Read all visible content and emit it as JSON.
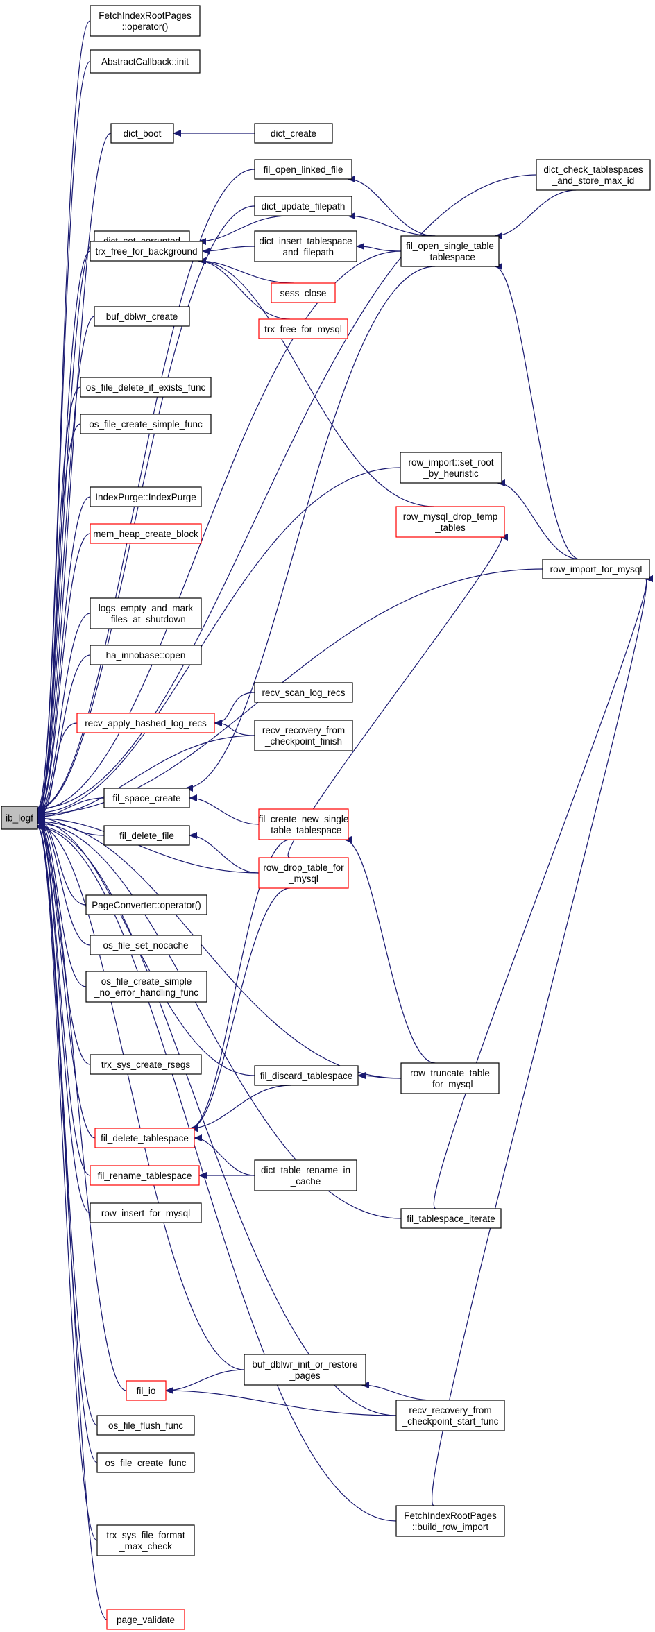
{
  "colors": {
    "edge": "#191970",
    "normal_border": "#000000",
    "highlight_border": "#ff0000",
    "root_fill": "#bfbfbf"
  },
  "nodes": [
    {
      "id": "ib_logf",
      "lines": [
        "ib_logf"
      ],
      "style": "root"
    },
    {
      "id": "fetch_op",
      "lines": [
        "FetchIndexRootPages",
        "::operator()"
      ]
    },
    {
      "id": "abstract_init",
      "lines": [
        "AbstractCallback::init"
      ]
    },
    {
      "id": "dict_boot",
      "lines": [
        "dict_boot"
      ]
    },
    {
      "id": "dict_create",
      "lines": [
        "dict_create"
      ]
    },
    {
      "id": "dict_check",
      "lines": [
        "dict_check_tablespaces",
        "_and_store_max_id"
      ]
    },
    {
      "id": "fil_open_linked",
      "lines": [
        "fil_open_linked_file"
      ]
    },
    {
      "id": "dict_update",
      "lines": [
        "dict_update_filepath"
      ]
    },
    {
      "id": "dict_set_corrupted",
      "lines": [
        "dict_set_corrupted"
      ]
    },
    {
      "id": "dict_insert",
      "lines": [
        "dict_insert_tablespace",
        "_and_filepath"
      ]
    },
    {
      "id": "fil_open_single",
      "lines": [
        "fil_open_single_table",
        "_tablespace"
      ]
    },
    {
      "id": "trx_free_bg",
      "lines": [
        "trx_free_for_background"
      ]
    },
    {
      "id": "sess_close",
      "lines": [
        "sess_close"
      ],
      "style": "red"
    },
    {
      "id": "buf_dblwr_create",
      "lines": [
        "buf_dblwr_create"
      ]
    },
    {
      "id": "trx_free_mysql",
      "lines": [
        "trx_free_for_mysql"
      ],
      "style": "red"
    },
    {
      "id": "os_delete",
      "lines": [
        "os_file_delete_if_exists_func"
      ]
    },
    {
      "id": "os_create_simple",
      "lines": [
        "os_file_create_simple_func"
      ]
    },
    {
      "id": "row_set_root",
      "lines": [
        "row_import::set_root",
        "_by_heuristic"
      ]
    },
    {
      "id": "index_purge",
      "lines": [
        "IndexPurge::IndexPurge"
      ]
    },
    {
      "id": "row_mysql_drop_temp",
      "lines": [
        "row_mysql_drop_temp",
        "_tables"
      ],
      "style": "red"
    },
    {
      "id": "mem_heap",
      "lines": [
        "mem_heap_create_block"
      ],
      "style": "red"
    },
    {
      "id": "row_import",
      "lines": [
        "row_import_for_mysql"
      ]
    },
    {
      "id": "logs_empty",
      "lines": [
        "logs_empty_and_mark",
        "_files_at_shutdown"
      ]
    },
    {
      "id": "ha_open",
      "lines": [
        "ha_innobase::open"
      ]
    },
    {
      "id": "recv_scan",
      "lines": [
        "recv_scan_log_recs"
      ]
    },
    {
      "id": "recv_apply",
      "lines": [
        "recv_apply_hashed_log_recs"
      ],
      "style": "red"
    },
    {
      "id": "recv_finish",
      "lines": [
        "recv_recovery_from",
        "_checkpoint_finish"
      ]
    },
    {
      "id": "fil_space_create",
      "lines": [
        "fil_space_create"
      ]
    },
    {
      "id": "fil_create_new",
      "lines": [
        "fil_create_new_single",
        "_table_tablespace"
      ],
      "style": "red"
    },
    {
      "id": "fil_delete_file",
      "lines": [
        "fil_delete_file"
      ]
    },
    {
      "id": "row_drop_table",
      "lines": [
        "row_drop_table_for",
        "_mysql"
      ],
      "style": "red"
    },
    {
      "id": "page_conv",
      "lines": [
        "PageConverter::operator()"
      ]
    },
    {
      "id": "os_nocache",
      "lines": [
        "os_file_set_nocache"
      ]
    },
    {
      "id": "os_create_noerr",
      "lines": [
        "os_file_create_simple",
        "_no_error_handling_func"
      ]
    },
    {
      "id": "trx_sys_rsegs",
      "lines": [
        "trx_sys_create_rsegs"
      ]
    },
    {
      "id": "fil_discard",
      "lines": [
        "fil_discard_tablespace"
      ]
    },
    {
      "id": "row_truncate",
      "lines": [
        "row_truncate_table",
        "_for_mysql"
      ]
    },
    {
      "id": "fil_delete_ts",
      "lines": [
        "fil_delete_tablespace"
      ],
      "style": "red"
    },
    {
      "id": "fil_rename_ts",
      "lines": [
        "fil_rename_tablespace"
      ],
      "style": "red"
    },
    {
      "id": "dict_rename",
      "lines": [
        "dict_table_rename_in",
        "_cache"
      ]
    },
    {
      "id": "row_insert",
      "lines": [
        "row_insert_for_mysql"
      ]
    },
    {
      "id": "fil_ts_iterate",
      "lines": [
        "fil_tablespace_iterate"
      ]
    },
    {
      "id": "buf_dblwr_init",
      "lines": [
        "buf_dblwr_init_or_restore",
        "_pages"
      ]
    },
    {
      "id": "fil_io",
      "lines": [
        "fil_io"
      ],
      "style": "red"
    },
    {
      "id": "recv_start",
      "lines": [
        "recv_recovery_from",
        "_checkpoint_start_func"
      ]
    },
    {
      "id": "os_flush",
      "lines": [
        "os_file_flush_func"
      ]
    },
    {
      "id": "os_create",
      "lines": [
        "os_file_create_func"
      ]
    },
    {
      "id": "fetch_build",
      "lines": [
        "FetchIndexRootPages",
        "::build_row_import"
      ]
    },
    {
      "id": "trx_sys_format",
      "lines": [
        "trx_sys_file_format",
        "_max_check"
      ]
    },
    {
      "id": "page_validate",
      "lines": [
        "page_validate"
      ],
      "style": "red"
    }
  ],
  "edges": [
    [
      "fetch_op",
      "ib_logf"
    ],
    [
      "abstract_init",
      "ib_logf"
    ],
    [
      "dict_boot",
      "ib_logf"
    ],
    [
      "dict_check",
      "ib_logf"
    ],
    [
      "fil_open_linked",
      "ib_logf"
    ],
    [
      "dict_update",
      "ib_logf"
    ],
    [
      "dict_set_corrupted",
      "ib_logf"
    ],
    [
      "trx_free_bg",
      "ib_logf"
    ],
    [
      "buf_dblwr_create",
      "ib_logf"
    ],
    [
      "fil_open_single",
      "ib_logf"
    ],
    [
      "os_delete",
      "ib_logf"
    ],
    [
      "os_create_simple",
      "ib_logf"
    ],
    [
      "row_set_root",
      "ib_logf"
    ],
    [
      "index_purge",
      "ib_logf"
    ],
    [
      "mem_heap",
      "ib_logf"
    ],
    [
      "row_import",
      "ib_logf"
    ],
    [
      "logs_empty",
      "ib_logf"
    ],
    [
      "ha_open",
      "ib_logf"
    ],
    [
      "recv_apply",
      "ib_logf"
    ],
    [
      "recv_finish",
      "ib_logf"
    ],
    [
      "fil_space_create",
      "ib_logf"
    ],
    [
      "fil_delete_file",
      "ib_logf"
    ],
    [
      "row_drop_table",
      "ib_logf"
    ],
    [
      "page_conv",
      "ib_logf"
    ],
    [
      "os_nocache",
      "ib_logf"
    ],
    [
      "os_create_noerr",
      "ib_logf"
    ],
    [
      "trx_sys_rsegs",
      "ib_logf"
    ],
    [
      "fil_discard",
      "ib_logf"
    ],
    [
      "fil_delete_ts",
      "ib_logf"
    ],
    [
      "fil_rename_ts",
      "ib_logf"
    ],
    [
      "row_insert",
      "ib_logf"
    ],
    [
      "row_truncate",
      "ib_logf"
    ],
    [
      "fil_ts_iterate",
      "ib_logf"
    ],
    [
      "buf_dblwr_init",
      "ib_logf"
    ],
    [
      "fil_io",
      "ib_logf"
    ],
    [
      "os_flush",
      "ib_logf"
    ],
    [
      "os_create",
      "ib_logf"
    ],
    [
      "recv_start",
      "ib_logf"
    ],
    [
      "fetch_build",
      "ib_logf"
    ],
    [
      "trx_sys_format",
      "ib_logf"
    ],
    [
      "page_validate",
      "ib_logf"
    ],
    [
      "dict_create",
      "dict_boot"
    ],
    [
      "dict_check",
      "fil_open_single"
    ],
    [
      "fil_open_single",
      "fil_open_linked"
    ],
    [
      "fil_open_single",
      "dict_update"
    ],
    [
      "fil_open_single",
      "dict_insert"
    ],
    [
      "dict_insert",
      "trx_free_bg"
    ],
    [
      "dict_update",
      "trx_free_bg"
    ],
    [
      "sess_close",
      "trx_free_bg"
    ],
    [
      "trx_free_mysql",
      "trx_free_bg"
    ],
    [
      "row_mysql_drop_temp",
      "trx_free_bg"
    ],
    [
      "row_import",
      "row_set_root"
    ],
    [
      "row_import",
      "fil_open_single"
    ],
    [
      "recv_scan",
      "recv_apply"
    ],
    [
      "recv_finish",
      "recv_apply"
    ],
    [
      "fil_create_new",
      "fil_space_create"
    ],
    [
      "fil_open_single",
      "fil_space_create"
    ],
    [
      "row_drop_table",
      "fil_delete_file"
    ],
    [
      "row_drop_table",
      "row_mysql_drop_temp"
    ],
    [
      "row_truncate",
      "fil_create_new"
    ],
    [
      "row_truncate",
      "fil_discard"
    ],
    [
      "fil_discard",
      "fil_delete_ts"
    ],
    [
      "dict_rename",
      "fil_delete_ts"
    ],
    [
      "row_drop_table",
      "fil_delete_ts"
    ],
    [
      "fil_create_new",
      "fil_delete_ts"
    ],
    [
      "dict_rename",
      "fil_rename_ts"
    ],
    [
      "fil_ts_iterate",
      "row_import"
    ],
    [
      "buf_dblwr_init",
      "fil_io"
    ],
    [
      "recv_start",
      "fil_io"
    ],
    [
      "recv_start",
      "buf_dblwr_init"
    ],
    [
      "fetch_build",
      "row_import"
    ]
  ]
}
